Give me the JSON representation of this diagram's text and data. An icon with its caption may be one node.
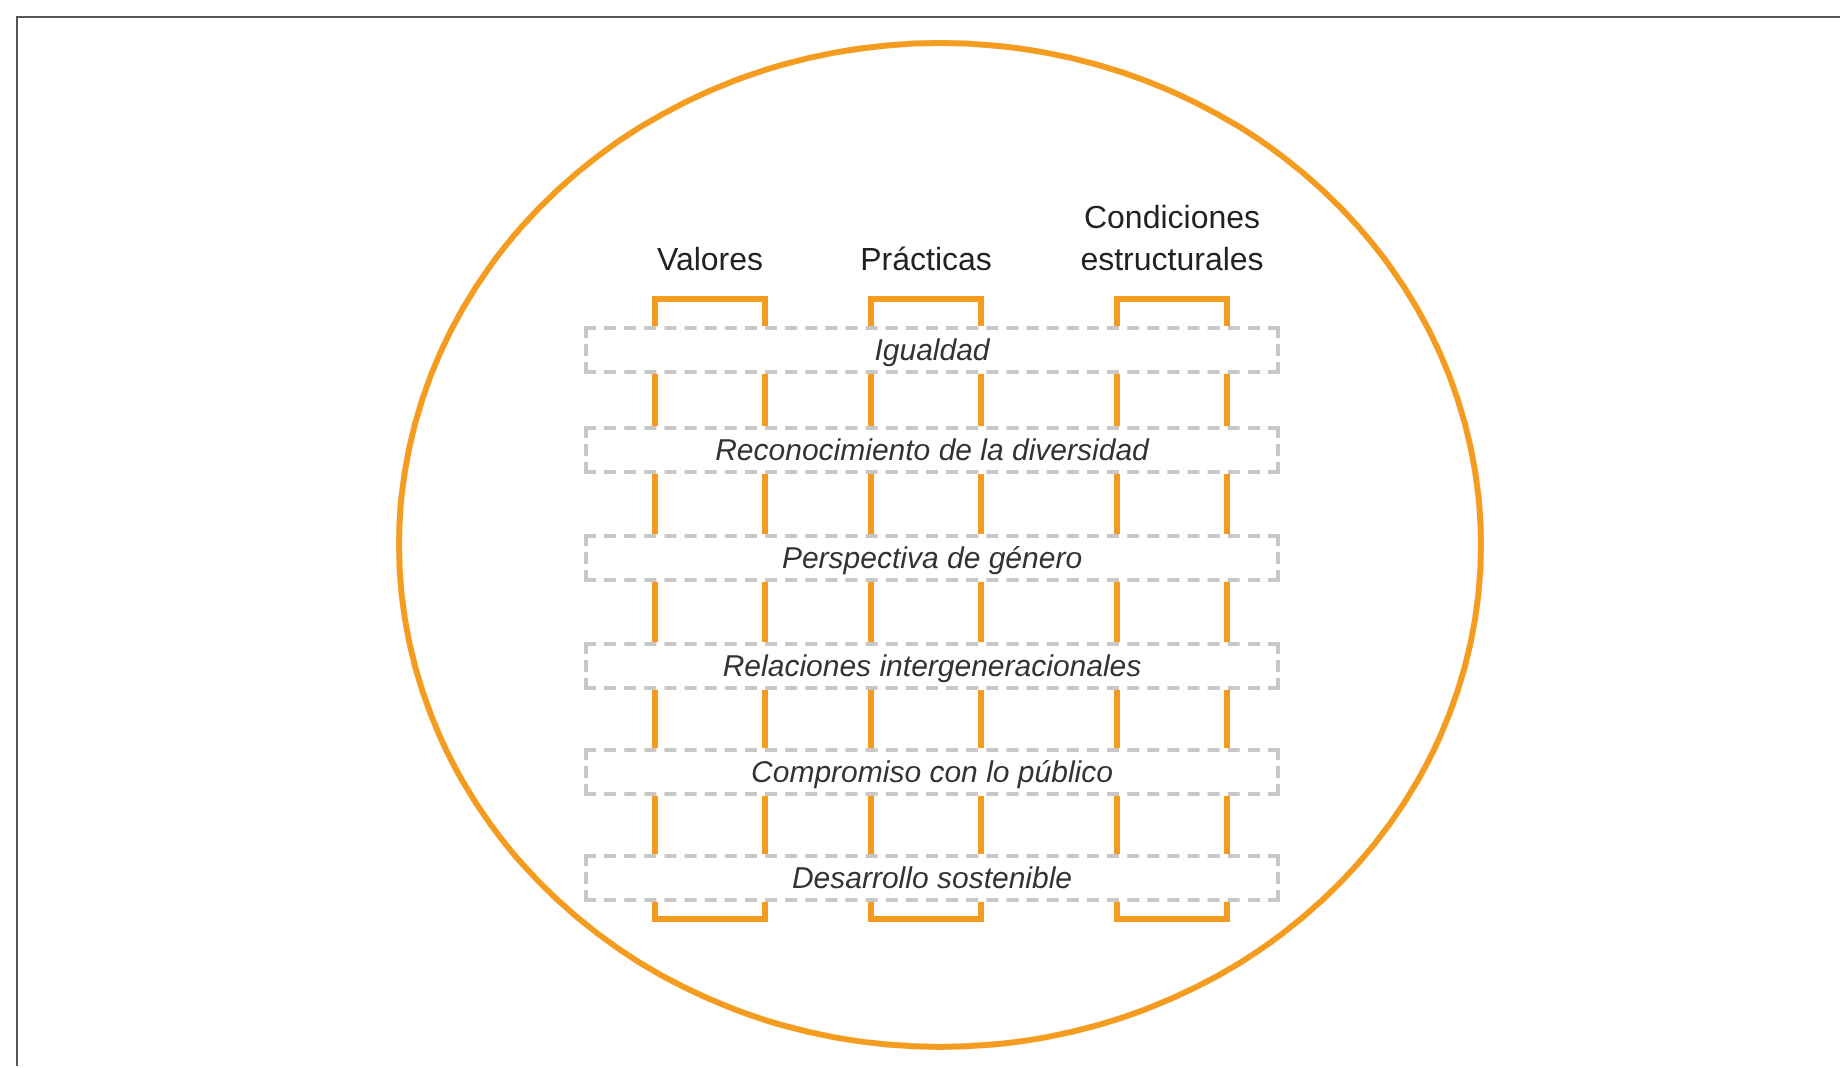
{
  "diagram": {
    "nodes": [
      {
        "text": [],
        "shape": "circle"
      },
      {
        "text": [
          "Valores"
        ],
        "in": 0
      },
      {
        "text": [
          "Prácticas"
        ],
        "in": 0
      },
      {
        "text": [
          "Condiciones estructurales"
        ],
        "in": 0
      },
      {
        "text": [
          "Igualdad"
        ],
        "in": 0
      },
      {
        "text": [
          "Reconocimiento de la diversidad"
        ],
        "in": 0
      },
      {
        "text": [
          "Perspectiva de género"
        ],
        "in": 0
      },
      {
        "text": [
          "Relaciones intergeneracionales"
        ],
        "in": 0
      },
      {
        "text": [
          "Compromiso con lo público"
        ],
        "in": 0
      },
      {
        "text": [
          "Desarrollo sostenible"
        ],
        "in": 0
      }
    ]
  }
}
